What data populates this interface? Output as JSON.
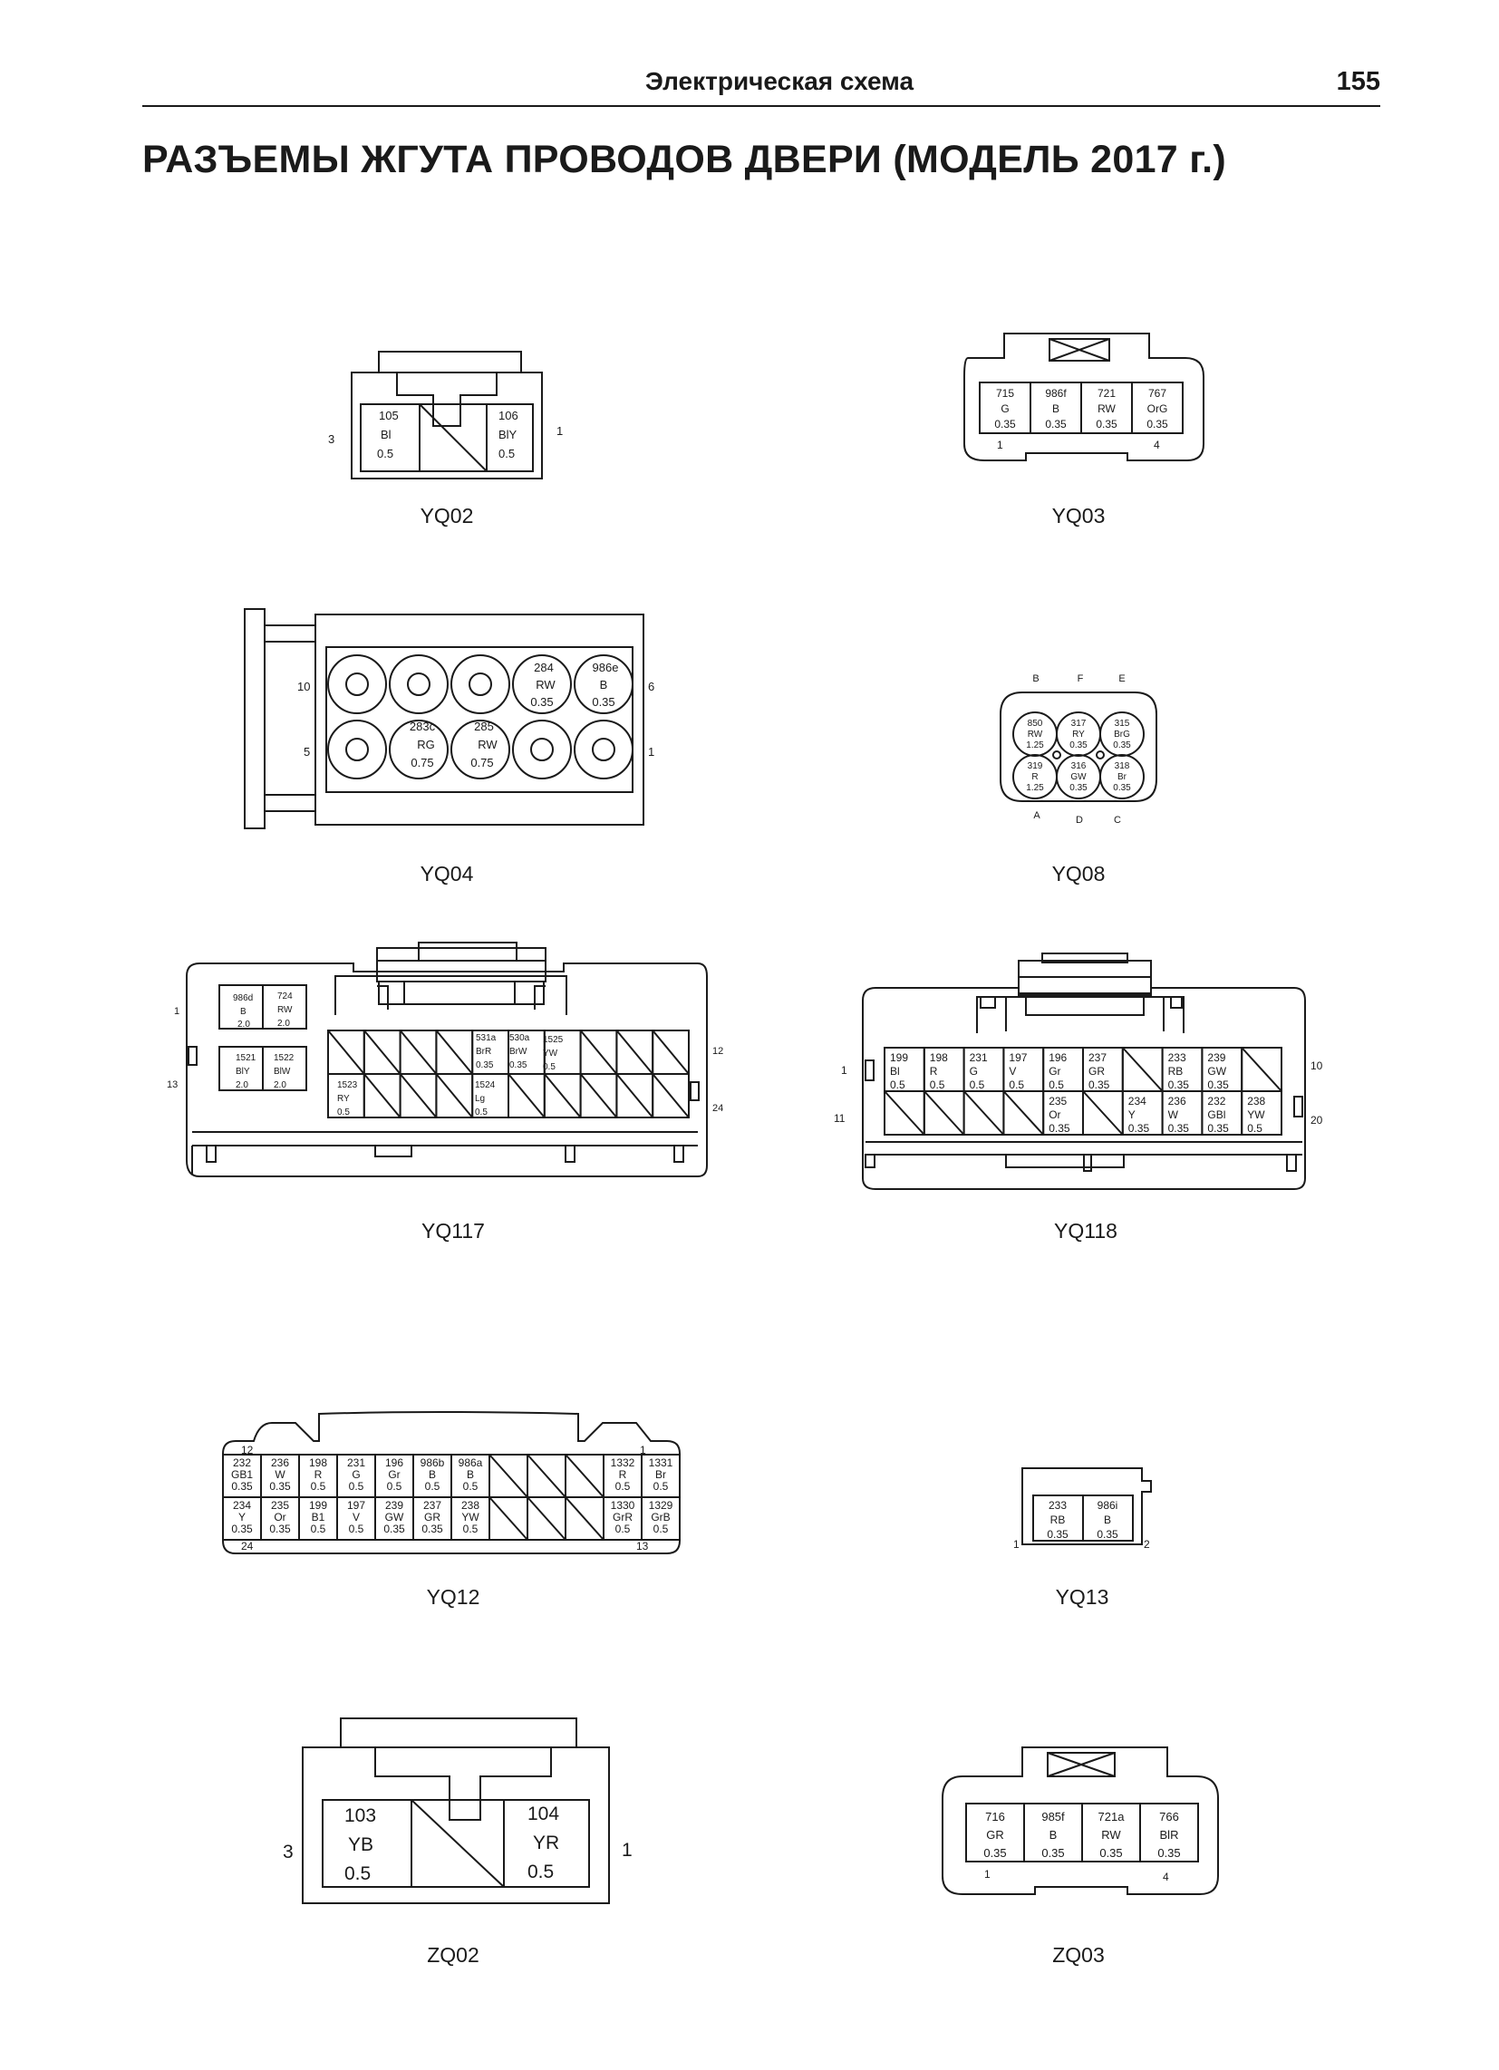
{
  "header": {
    "running_head": "Электрическая схема",
    "page_number": "155"
  },
  "title": "РАЗЪЕМЫ ЖГУТА ПРОВОДОВ ДВЕРИ (МОДЕЛЬ 2017 г.)",
  "connectors": {
    "yq02": {
      "name": "YQ02",
      "pin_left": "3",
      "pin_right": "1",
      "cells": [
        {
          "lines": [
            "105",
            "Bl",
            "0.5"
          ]
        },
        {
          "blank": true
        },
        {
          "lines": [
            "106",
            "BlY",
            "0.5"
          ]
        }
      ]
    },
    "yq03": {
      "name": "YQ03",
      "pin_first": "1",
      "pin_last": "4",
      "cells": [
        {
          "lines": [
            "715",
            "G",
            "0.35"
          ]
        },
        {
          "lines": [
            "986f",
            "B",
            "0.35"
          ]
        },
        {
          "lines": [
            "721",
            "RW",
            "0.35"
          ]
        },
        {
          "lines": [
            "767",
            "OrG",
            "0.35"
          ]
        }
      ]
    },
    "yq04": {
      "name": "YQ04",
      "pins": {
        "top_left": "10",
        "top_right": "6",
        "bottom_left": "5",
        "bottom_right": "1"
      },
      "top_row": [
        {
          "lines": []
        },
        {
          "lines": []
        },
        {
          "lines": []
        },
        {
          "lines": [
            "284",
            "RW",
            "0.35"
          ]
        },
        {
          "lines": [
            "986e",
            "B",
            "0.35"
          ]
        }
      ],
      "bottom_row": [
        {
          "lines": []
        },
        {
          "lines": [
            "283c",
            "RG",
            "0.75"
          ]
        },
        {
          "lines": [
            "285",
            "RW",
            "0.75"
          ]
        },
        {
          "lines": []
        },
        {
          "lines": []
        }
      ]
    },
    "yq08": {
      "name": "YQ08",
      "top_labels": [
        "B",
        "F",
        "E"
      ],
      "bottom_labels": [
        "A",
        "D",
        "C"
      ],
      "top_row": [
        {
          "lines": [
            "850",
            "RW",
            "1.25"
          ]
        },
        {
          "lines": [
            "317",
            "RY",
            "0.35"
          ]
        },
        {
          "lines": [
            "315",
            "BrG",
            "0.35"
          ]
        }
      ],
      "bottom_row": [
        {
          "lines": [
            "319",
            "R",
            "1.25"
          ]
        },
        {
          "lines": [
            "316",
            "GW",
            "0.35"
          ]
        },
        {
          "lines": [
            "318",
            "Br",
            "0.35"
          ]
        }
      ]
    },
    "yq117": {
      "name": "YQ117",
      "pins": {
        "top_left": "1",
        "top_right": "12",
        "bottom_left": "13",
        "bottom_right": "24"
      },
      "left_top": [
        {
          "lines": [
            "986d",
            "B",
            "2.0"
          ]
        },
        {
          "lines": [
            "724",
            "RW",
            "2.0"
          ]
        }
      ],
      "left_bottom": [
        {
          "lines": [
            "1521",
            "BlY",
            "2.0"
          ]
        },
        {
          "lines": [
            "1522",
            "BlW",
            "2.0"
          ]
        }
      ],
      "top_row": [
        {
          "blank": true
        },
        {
          "blank": true
        },
        {
          "blank": true
        },
        {
          "blank": true
        },
        {
          "lines": [
            "531a",
            "BrR",
            "0.35"
          ]
        },
        {
          "lines": [
            "530a",
            "BrW",
            "0.35"
          ]
        },
        {
          "lines": [
            "1525",
            "YW",
            "0.5"
          ]
        },
        {
          "blank": true
        },
        {
          "blank": true
        },
        {
          "blank": true
        }
      ],
      "bottom_row": [
        {
          "lines": [
            "1523",
            "RY",
            "0.5"
          ]
        },
        {
          "blank": true
        },
        {
          "blank": true
        },
        {
          "blank": true
        },
        {
          "lines": [
            "1524",
            "Lg",
            "0.5"
          ]
        },
        {
          "blank": true
        },
        {
          "blank": true
        },
        {
          "blank": true
        },
        {
          "blank": true
        },
        {
          "blank": true
        }
      ]
    },
    "yq118": {
      "name": "YQ118",
      "pins": {
        "top_left": "1",
        "top_right": "10",
        "bottom_left": "11",
        "bottom_right": "20"
      },
      "top_row": [
        {
          "lines": [
            "199",
            "Bl",
            "0.5"
          ]
        },
        {
          "lines": [
            "198",
            "R",
            "0.5"
          ]
        },
        {
          "lines": [
            "231",
            "G",
            "0.5"
          ]
        },
        {
          "lines": [
            "197",
            "V",
            "0.5"
          ]
        },
        {
          "lines": [
            "196",
            "Gr",
            "0.5"
          ]
        },
        {
          "lines": [
            "237",
            "GR",
            "0.35"
          ]
        },
        {
          "blank": true
        },
        {
          "lines": [
            "233",
            "RB",
            "0.35"
          ]
        },
        {
          "lines": [
            "239",
            "GW",
            "0.35"
          ]
        },
        {
          "blank": true
        }
      ],
      "bottom_row": [
        {
          "blank": true
        },
        {
          "blank": true
        },
        {
          "blank": true
        },
        {
          "blank": true
        },
        {
          "lines": [
            "235",
            "Or",
            "0.35"
          ]
        },
        {
          "blank": true
        },
        {
          "lines": [
            "234",
            "Y",
            "0.35"
          ]
        },
        {
          "lines": [
            "236",
            "W",
            "0.35"
          ]
        },
        {
          "lines": [
            "232",
            "GBl",
            "0.35"
          ]
        },
        {
          "lines": [
            "238",
            "YW",
            "0.5"
          ]
        }
      ]
    },
    "yq12": {
      "name": "YQ12",
      "pins": {
        "top_left": "12",
        "top_right": "1",
        "bottom_left": "24",
        "bottom_right": "13"
      },
      "top_row": [
        {
          "lines": [
            "232",
            "GB1",
            "0.35"
          ]
        },
        {
          "lines": [
            "236",
            "W",
            "0.35"
          ]
        },
        {
          "lines": [
            "198",
            "R",
            "0.5"
          ]
        },
        {
          "lines": [
            "231",
            "G",
            "0.5"
          ]
        },
        {
          "lines": [
            "196",
            "Gr",
            "0.5"
          ]
        },
        {
          "lines": [
            "986b",
            "B",
            "0.5"
          ]
        },
        {
          "lines": [
            "986a",
            "B",
            "0.5"
          ]
        },
        {
          "blank": true
        },
        {
          "blank": true
        },
        {
          "blank": true
        },
        {
          "lines": [
            "1332",
            "R",
            "0.5"
          ]
        },
        {
          "lines": [
            "1331",
            "Br",
            "0.5"
          ]
        }
      ],
      "bottom_row": [
        {
          "lines": [
            "234",
            "Y",
            "0.35"
          ]
        },
        {
          "lines": [
            "235",
            "Or",
            "0.35"
          ]
        },
        {
          "lines": [
            "199",
            "B1",
            "0.5"
          ]
        },
        {
          "lines": [
            "197",
            "V",
            "0.5"
          ]
        },
        {
          "lines": [
            "239",
            "GW",
            "0.35"
          ]
        },
        {
          "lines": [
            "237",
            "GR",
            "0.35"
          ]
        },
        {
          "lines": [
            "238",
            "YW",
            "0.5"
          ]
        },
        {
          "blank": true
        },
        {
          "blank": true
        },
        {
          "blank": true
        },
        {
          "lines": [
            "1330",
            "GrR",
            "0.5"
          ]
        },
        {
          "lines": [
            "1329",
            "GrB",
            "0.5"
          ]
        }
      ]
    },
    "yq13": {
      "name": "YQ13",
      "pin_left": "1",
      "pin_right": "2",
      "cells": [
        {
          "lines": [
            "233",
            "RB",
            "0.35"
          ]
        },
        {
          "lines": [
            "986i",
            "B",
            "0.35"
          ]
        }
      ]
    },
    "zq02": {
      "name": "ZQ02",
      "pin_left": "3",
      "pin_right": "1",
      "cells": [
        {
          "lines": [
            "103",
            "YB",
            "0.5"
          ]
        },
        {
          "blank": true
        },
        {
          "lines": [
            "104",
            "YR",
            "0.5"
          ]
        }
      ]
    },
    "zq03": {
      "name": "ZQ03",
      "pin_first": "1",
      "pin_last": "4",
      "cells": [
        {
          "lines": [
            "716",
            "GR",
            "0.35"
          ]
        },
        {
          "lines": [
            "985f",
            "B",
            "0.35"
          ]
        },
        {
          "lines": [
            "721a",
            "RW",
            "0.35"
          ]
        },
        {
          "lines": [
            "766",
            "BlR",
            "0.35"
          ]
        }
      ]
    }
  }
}
